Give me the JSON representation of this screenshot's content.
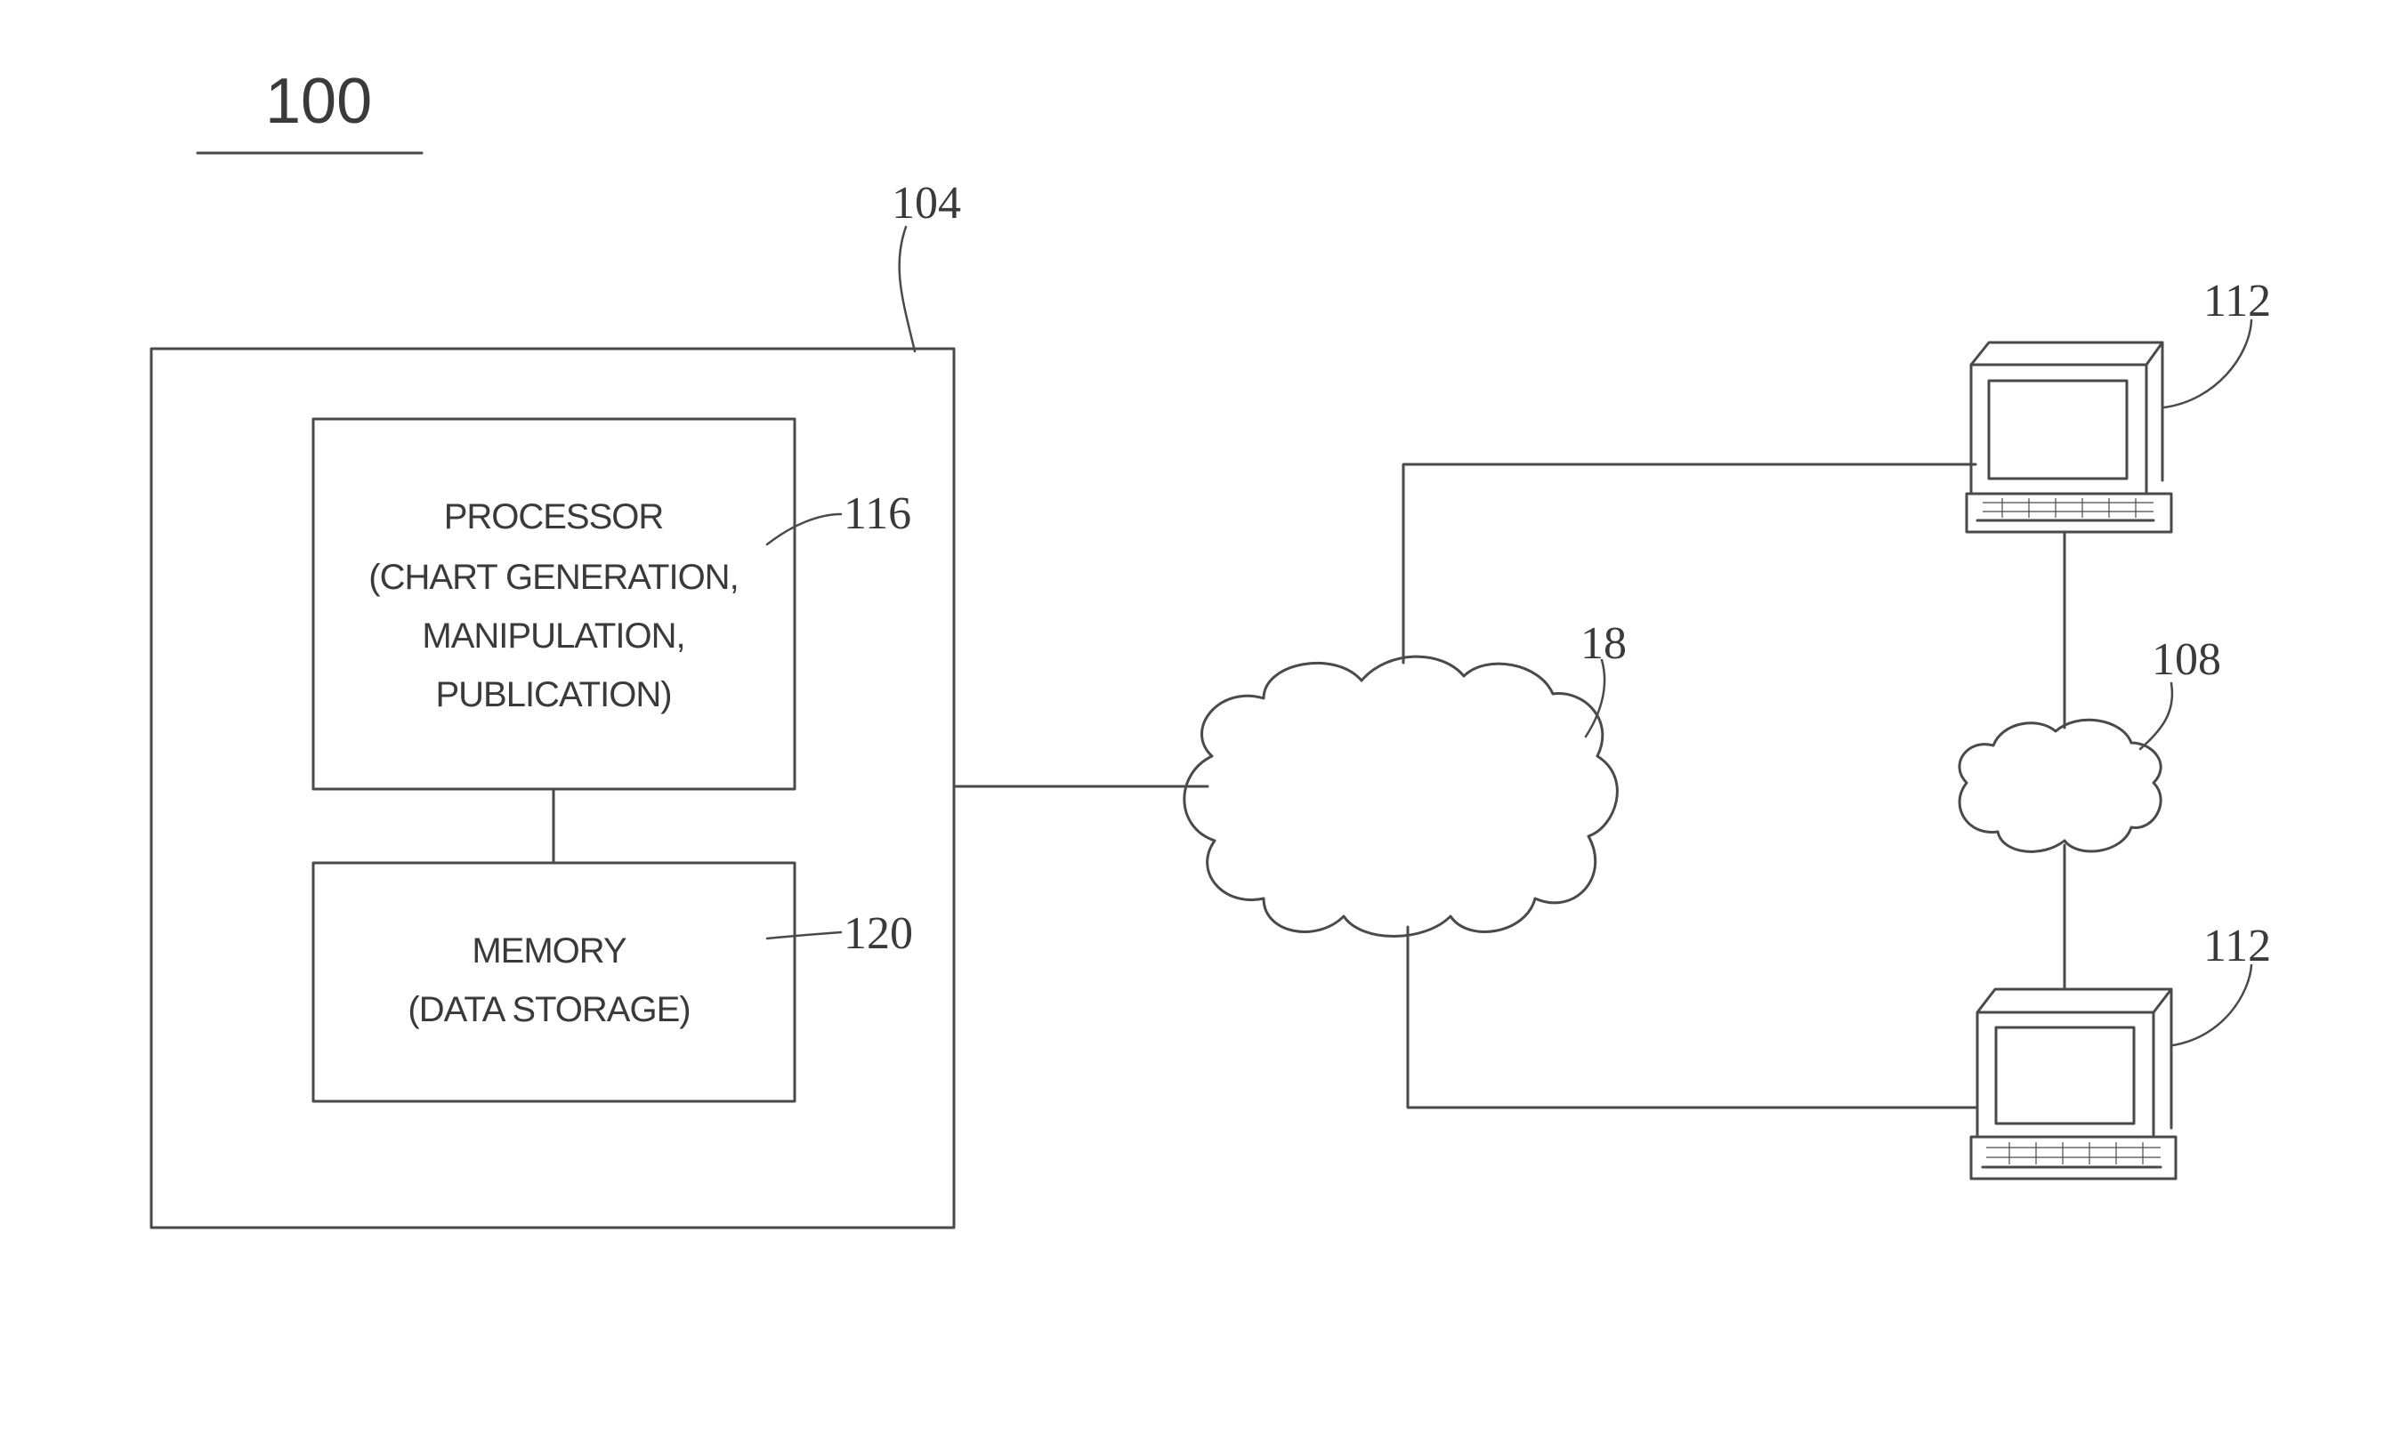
{
  "figure_number": "100",
  "server": {
    "ref": "104"
  },
  "processor": {
    "ref": "116",
    "lines": [
      "PROCESSOR",
      "(CHART GENERATION,",
      "MANIPULATION,",
      "PUBLICATION)"
    ]
  },
  "memory": {
    "ref": "120",
    "lines": [
      "MEMORY",
      "(DATA STORAGE)"
    ]
  },
  "network_main": {
    "ref": "18"
  },
  "network_local": {
    "ref": "108"
  },
  "client_top": {
    "ref": "112"
  },
  "client_bottom": {
    "ref": "112"
  }
}
